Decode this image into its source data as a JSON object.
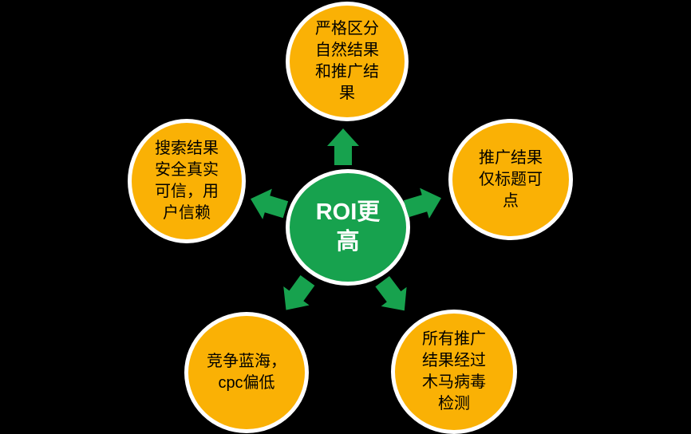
{
  "diagram": {
    "type": "radial-spoke",
    "background_color": "#000000",
    "colors": {
      "center_fill": "#17A24E",
      "node_fill": "#FAB105",
      "arrow_fill": "#17A24E",
      "circle_border": "#FFFFFF",
      "center_text_color": "#FFFFFF",
      "node_text_color": "#000000"
    },
    "center": {
      "label": "ROI更\n高"
    },
    "nodes": [
      {
        "id": "top",
        "label": "严格区分\n自然结果\n和推广结\n果"
      },
      {
        "id": "right",
        "label": "推广结果\n仅标题可\n点"
      },
      {
        "id": "bottom-right",
        "label": "所有推广\n结果经过\n木马病毒\n检测"
      },
      {
        "id": "bottom-left",
        "label": "竞争蓝海，\ncpc偏低"
      },
      {
        "id": "left",
        "label": "搜索结果\n安全真实\n可信，用\n户信赖"
      }
    ],
    "arrows": [
      {
        "id": "arrow-top",
        "direction": "up"
      },
      {
        "id": "arrow-upper-right",
        "direction": "upper-right"
      },
      {
        "id": "arrow-lower-right",
        "direction": "lower-right"
      },
      {
        "id": "arrow-lower-left",
        "direction": "lower-left"
      },
      {
        "id": "arrow-upper-left",
        "direction": "upper-left"
      }
    ]
  }
}
